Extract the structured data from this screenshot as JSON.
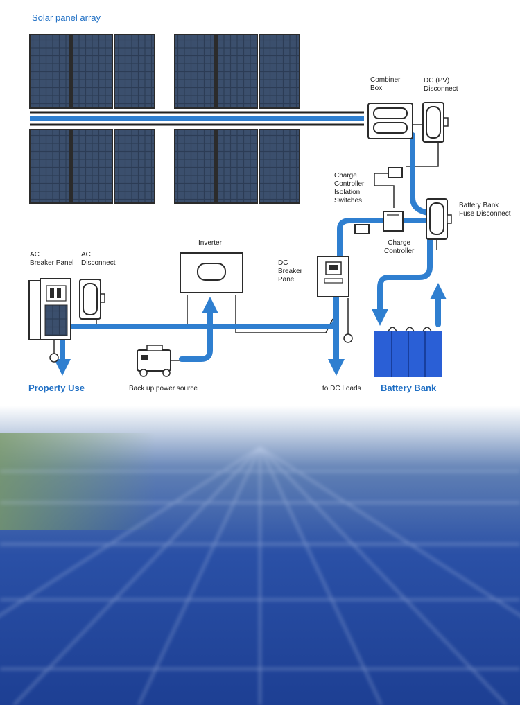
{
  "title": "Solar panel array",
  "labels": {
    "combiner_box": "Combiner\nBox",
    "dc_pv_disconnect": "DC (PV)\nDisconnect",
    "charge_controller_isolation": "Charge\nController\nIsolation\nSwitches",
    "battery_bank_fuse": "Battery Bank\nFuse Disconnect",
    "charge_controller": "Charge\nController",
    "inverter": "Inverter",
    "dc_breaker_panel": "DC\nBreaker\nPanel",
    "ac_breaker_panel": "AC\nBreaker Panel",
    "ac_disconnect": "AC\nDisconnect",
    "backup_power": "Back up power source",
    "to_dc_loads": "to DC Loads"
  },
  "outputs": {
    "property_use": "Property Use",
    "battery_bank": "Battery Bank"
  },
  "colors": {
    "accent_blue": "#1f6fc4",
    "flow_blue": "#2f7fd0",
    "panel_dark": "#2a3a52",
    "battery_blue": "#2a5fd6",
    "outline": "#2b2b2b"
  }
}
